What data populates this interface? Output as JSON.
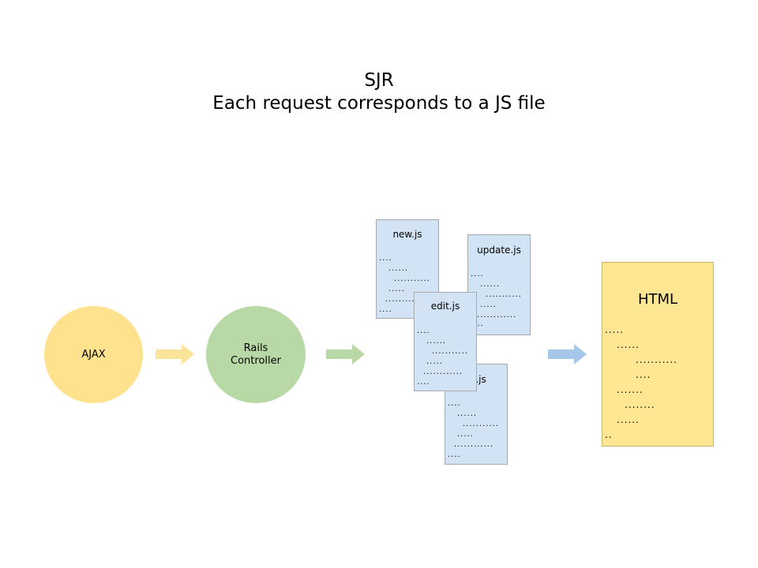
{
  "title": {
    "line1": "SJR",
    "line2": "Each request corresponds to a JS file"
  },
  "nodes": {
    "ajax": "AJAX",
    "rails": "Rails\nController"
  },
  "js_files": {
    "new": {
      "name": "new.js",
      "lines": [
        "....",
        "......",
        "...........",
        ".....",
        "............",
        "...."
      ]
    },
    "update": {
      "name": "update.js",
      "lines": [
        "....",
        "......",
        "...........",
        ".....",
        "............",
        "...."
      ]
    },
    "edit": {
      "name": "edit.js",
      "lines": [
        "....",
        "......",
        "...........",
        ".....",
        "............",
        "...."
      ]
    },
    "back": {
      "name": "te.js",
      "lines": [
        "....",
        "......",
        "...........",
        ".....",
        "............",
        "...."
      ]
    }
  },
  "html_doc": {
    "name": "HTML",
    "lines": [
      ".....",
      "......",
      "...........",
      "....",
      ".......",
      "........",
      "......",
      ".."
    ]
  },
  "colors": {
    "ajax": "#ffe28e",
    "rails": "#b8d9a5",
    "js_file": "#d2e3f5",
    "html_file": "#ffe692",
    "arrow_yellow": "#fbe39a",
    "arrow_green": "#b8d9a5",
    "arrow_blue": "#a5c8ea"
  }
}
